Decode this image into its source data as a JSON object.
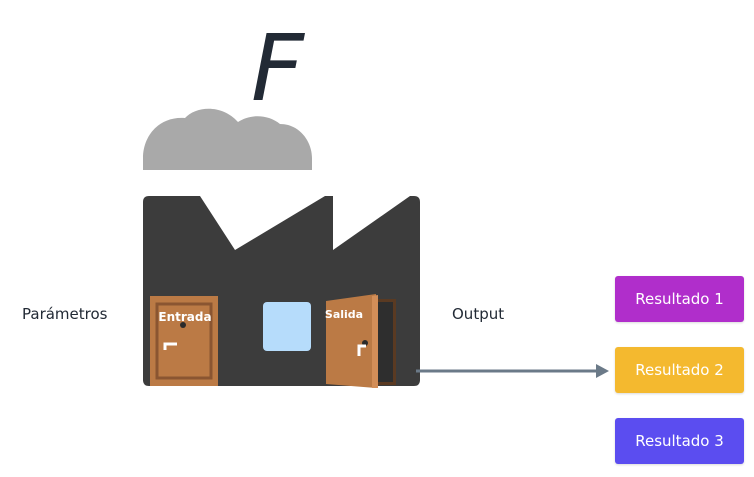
{
  "function_symbol": "F",
  "input_label": "Parámetros",
  "output_label": "Output",
  "doors": {
    "entry": "Entrada",
    "exit": "Salida"
  },
  "results": [
    {
      "label": "Resultado 1",
      "color": "#b02ecb"
    },
    {
      "label": "Resultado 2",
      "color": "#f4b92f"
    },
    {
      "label": "Resultado 3",
      "color": "#5b4df0"
    }
  ],
  "colors": {
    "factory": "#3c3c3c",
    "cloud": "#a9a9a9",
    "door": "#bb7a45",
    "window": "#b6dcfb",
    "arrow": "#6b7a88",
    "text": "#222a35"
  }
}
